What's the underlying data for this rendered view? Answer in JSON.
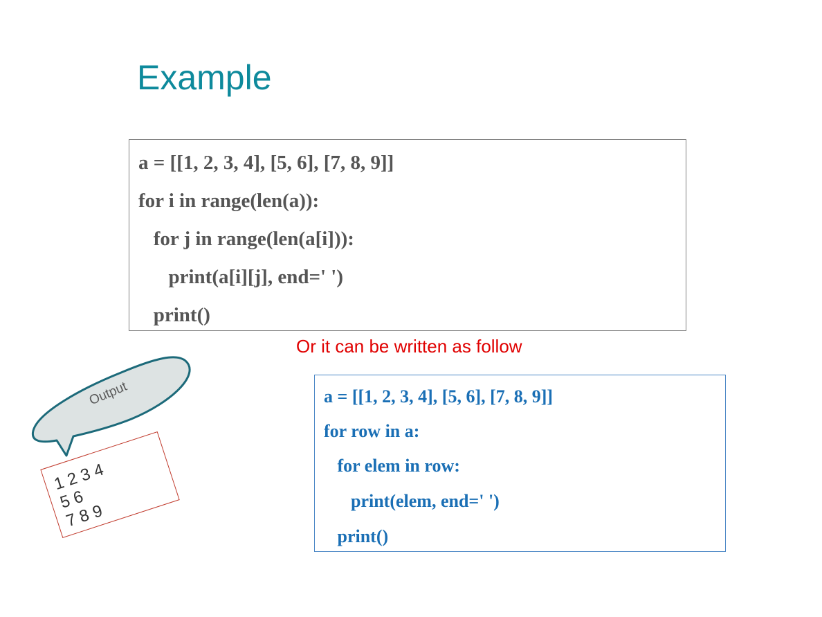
{
  "title": "Example",
  "main_code": {
    "lines": [
      "a = [[1, 2, 3, 4], [5, 6], [7, 8, 9]]",
      "for i in range(len(a)):",
      "   for j in range(len(a[i])):",
      "      print(a[i][j], end=' ')",
      "   print()"
    ]
  },
  "note": "Or it can be written as follow",
  "alt_code": {
    "lines": [
      "a = [[1, 2, 3, 4], [5, 6], [7, 8, 9]]",
      "for row in a:",
      "   for elem in row:",
      "      print(elem, end=' ')",
      "   print()"
    ]
  },
  "callout": {
    "label": "Output"
  },
  "output": {
    "lines": [
      "1 2 3 4",
      "5 6",
      "7 8 9"
    ]
  },
  "colors": {
    "title": "#0e8a9c",
    "main_code_text": "#555555",
    "alt_code_text": "#1a6fb5",
    "note_text": "#e00000",
    "callout_fill": "#dde3e3",
    "callout_stroke": "#1c6a7a",
    "output_border": "#c0392b"
  }
}
